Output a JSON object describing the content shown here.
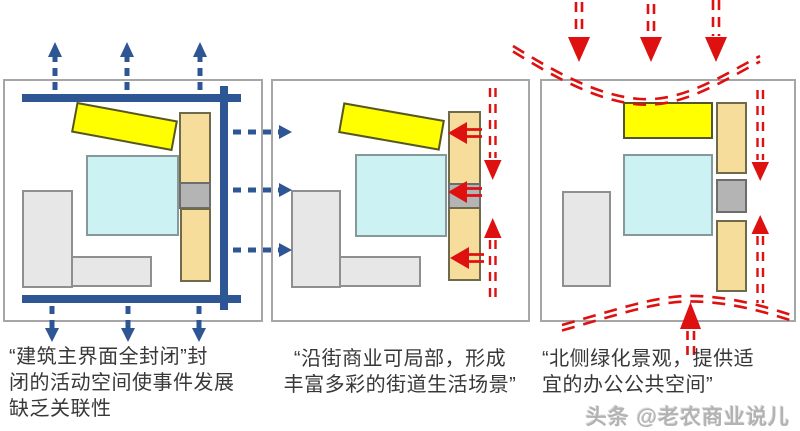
{
  "colors": {
    "blue_arrow": "#2e5694",
    "red_arrow": "#de1010",
    "yellow_building": "#ffff00",
    "cyan_building": "#cdf2f3",
    "tan_retail": "#f7dd9b",
    "gray_segment": "#b4b4b4",
    "light_gray_building": "#e7e7e7",
    "panel_border": "#a6a6a6",
    "caption_text": "#383838",
    "watermark_gray": "#b3b3b3"
  },
  "panels": [
    {
      "id": "closed-interface-scheme",
      "caption": "“建筑主界面全封闭”封闭的活动空间使事件发展缺乏关联性",
      "caption_lines": [
        "“建筑主界面全封闭”封",
        "闭的活动空间使事件发展",
        "缺乏关联性"
      ],
      "arrow_style": "blue-dashed-outward"
    },
    {
      "id": "street-commerce-scheme",
      "caption": "“沿街商业可局部，形成丰富多彩的街道生活场景”",
      "caption_lines": [
        "“沿街商业可局部，形成",
        "丰富多彩的街道生活场景”"
      ],
      "arrow_style": "red-street-flow-converging"
    },
    {
      "id": "north-landscape-scheme",
      "caption": "“北侧绿化景观，提供适宜的办公公共空间”",
      "caption_lines": [
        "“北侧绿化景观，提供适",
        "宜的办公公共空间”"
      ],
      "arrow_style": "red-landscape-flow-inward"
    }
  ],
  "watermark": {
    "text": "头条 @老农商业说儿"
  }
}
